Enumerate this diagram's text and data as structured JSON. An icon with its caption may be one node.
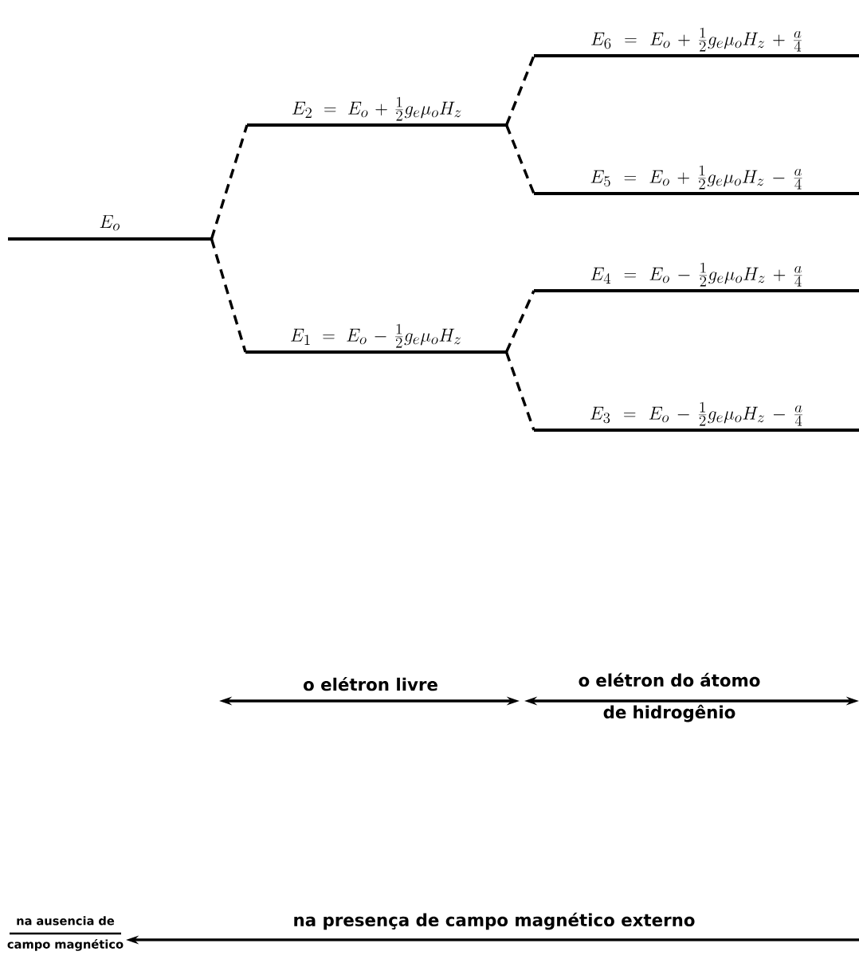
{
  "diagram": {
    "nodes": [
      {
        "text": [
          "E_{o}"
        ]
      },
      {
        "text": [
          "E_{2} = E_{o} + \\frac{1}{2} g_{e} \\mu_{o} H_{z}"
        ]
      },
      {
        "text": [
          "E_{1} = E_{o} - \\frac{1}{2} g_{e} \\mu_{o} H_{z}"
        ]
      },
      {
        "text": [
          "E_{6} = E_{o} + \\frac{1}{2} g_{e} \\mu_{o} H_{z} + \\frac{a}{4}"
        ]
      },
      {
        "text": [
          "E_{5} = E_{o} + \\frac{1}{2} g_{e} \\mu_{o} H_{z} - \\frac{a}{4}"
        ]
      },
      {
        "text": [
          "E_{4} = E_{o} - \\frac{1}{2} g_{e} \\mu_{o} H_{z} + \\frac{a}{4}"
        ]
      },
      {
        "text": [
          "E_{3} = E_{o} - \\frac{1}{2} g_{e} \\mu_{o} H_{z} - \\frac{a}{4}"
        ]
      }
    ],
    "edges": [
      {
        "from": 0,
        "to": 1,
        "arrow": "none",
        "style": "dashed"
      },
      {
        "from": 0,
        "to": 2,
        "arrow": "none",
        "style": "dashed"
      },
      {
        "from": 1,
        "to": 3,
        "arrow": "none",
        "style": "dashed"
      },
      {
        "from": 1,
        "to": 4,
        "arrow": "none",
        "style": "dashed"
      },
      {
        "from": 2,
        "to": 5,
        "arrow": "none",
        "style": "dashed"
      },
      {
        "from": 2,
        "to": 6,
        "arrow": "none",
        "style": "dashed"
      }
    ],
    "labels": [
      "o elétron livre",
      "o elétron do átomo de hidrogênio",
      "na ausencia de campo magnético",
      "na presença de campo magnético externo"
    ]
  }
}
